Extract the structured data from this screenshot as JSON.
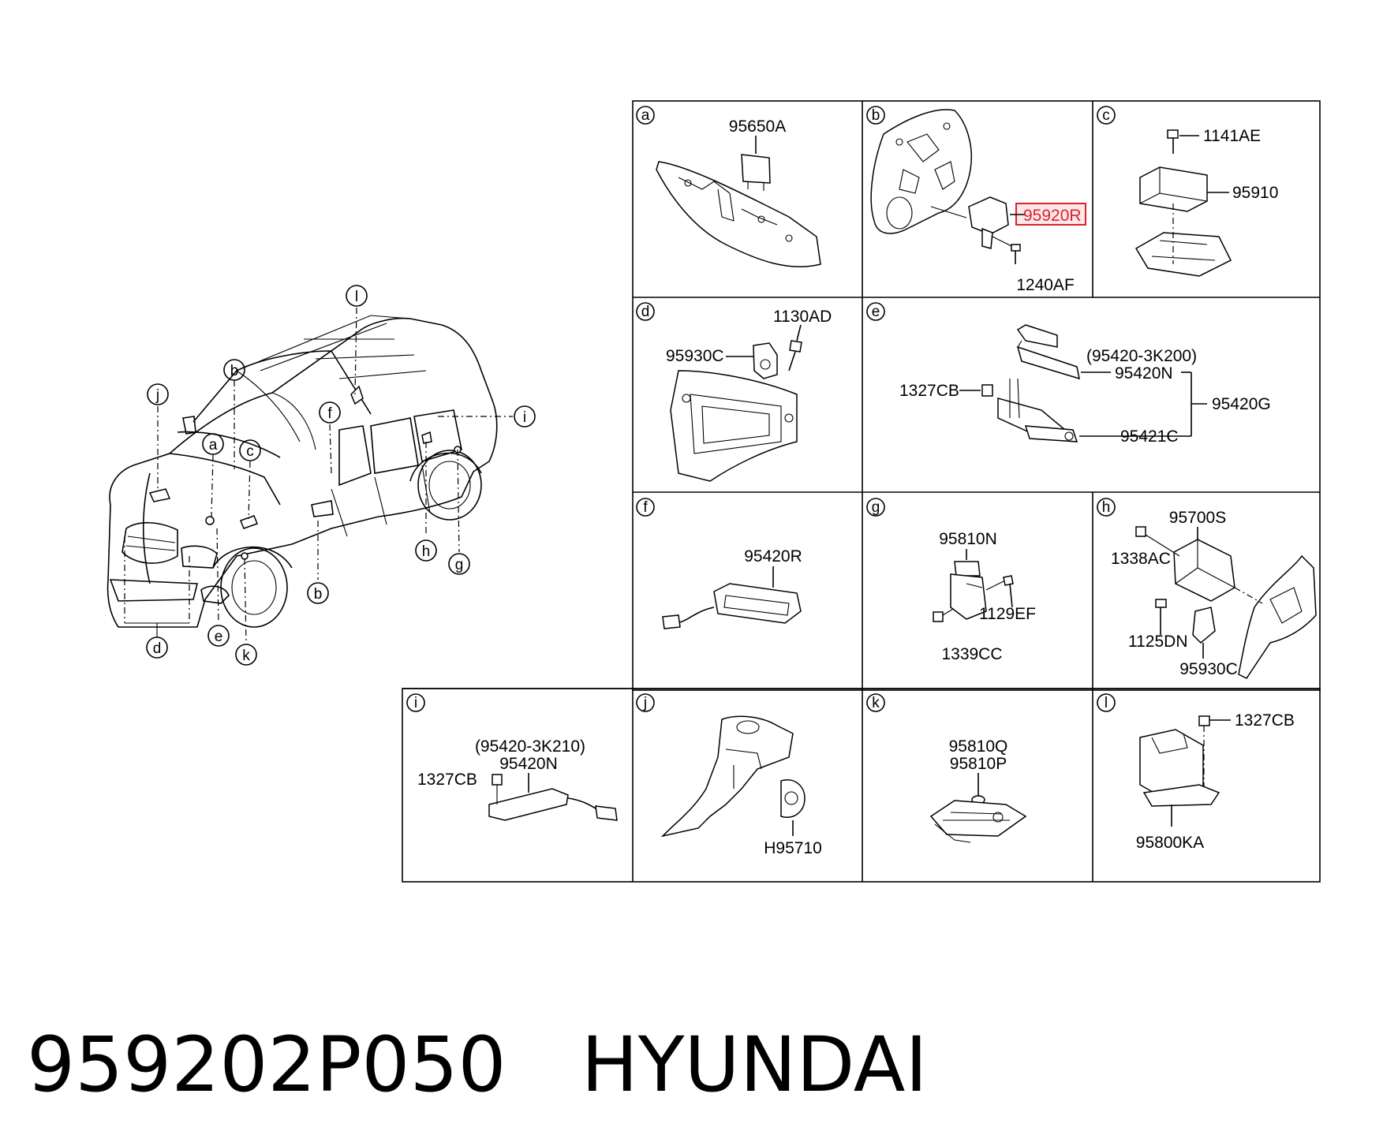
{
  "panels": {
    "a": {
      "letter": "a",
      "parts": [
        "95650A"
      ]
    },
    "b": {
      "letter": "b",
      "parts": [
        "95920R",
        "1240AF"
      ]
    },
    "c": {
      "letter": "c",
      "parts": [
        "1141AE",
        "95910"
      ]
    },
    "d": {
      "letter": "d",
      "parts": [
        "1130AD",
        "95930C"
      ]
    },
    "e": {
      "letter": "e",
      "parts": [
        "(95420-3K200)",
        "95420N",
        "1327CB",
        "95420G",
        "95421C"
      ]
    },
    "f": {
      "letter": "f",
      "parts": [
        "95420R"
      ]
    },
    "g": {
      "letter": "g",
      "parts": [
        "95810N",
        "1129EF",
        "1339CC"
      ]
    },
    "h": {
      "letter": "h",
      "parts": [
        "95700S",
        "1338AC",
        "1125DN",
        "95930C"
      ]
    },
    "i": {
      "letter": "i",
      "parts": [
        "(95420-3K210)",
        "95420N",
        "1327CB"
      ]
    },
    "j": {
      "letter": "j",
      "parts": [
        "H95710"
      ]
    },
    "k": {
      "letter": "k",
      "parts": [
        "95810Q",
        "95810P"
      ]
    },
    "l": {
      "letter": "l",
      "parts": [
        "1327CB",
        "95800KA"
      ]
    }
  },
  "vehicle_callouts": [
    "l",
    "j",
    "b",
    "a",
    "c",
    "f",
    "i",
    "h",
    "g",
    "b",
    "d",
    "e",
    "k"
  ],
  "highlight": {
    "part": "95920R",
    "color": "#d9232e"
  },
  "caption": {
    "part_number": "959202P050",
    "brand": "HYUNDAI"
  }
}
